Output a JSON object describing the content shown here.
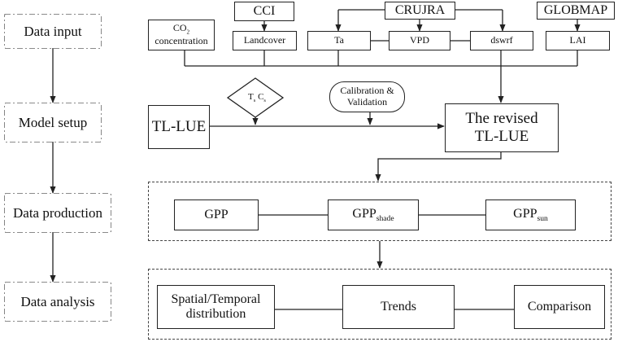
{
  "stages": {
    "data_input": "Data input",
    "model_setup": "Model setup",
    "data_production": "Data production",
    "data_analysis": "Data analysis"
  },
  "sources": {
    "cci": "CCI",
    "crujra": "CRUJRA",
    "globmap": "GLOBMAP"
  },
  "inputs": {
    "co2_main": "CO",
    "co2_sub": "2",
    "co2_rest": "concentration",
    "landcover": "Landcover",
    "ta": "Ta",
    "vpd": "VPD",
    "dswrf": "dswrf",
    "lai": "LAI"
  },
  "model": {
    "tl_lue": "TL-LUE",
    "params_ts": "T",
    "params_ts_sub": "s",
    "params_cs": "C",
    "params_cs_sub": "s",
    "calibration_line1": "Calibration &",
    "calibration_line2": "Validation",
    "revised_line1": "The revised",
    "revised_line2": "TL-LUE"
  },
  "production": {
    "gpp": "GPP",
    "gpp_shade_main": "GPP",
    "gpp_shade_sub": "shade",
    "gpp_sun_main": "GPP",
    "gpp_sun_sub": "sun"
  },
  "analysis": {
    "spatial_line1": "Spatial/Temporal",
    "spatial_line2": "distribution",
    "trends": "Trends",
    "comparison": "Comparison"
  }
}
